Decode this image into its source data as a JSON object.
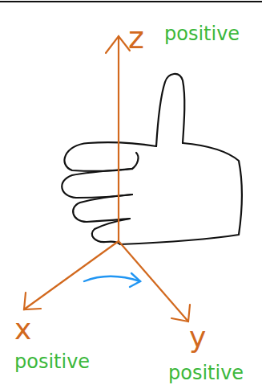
{
  "diagram": {
    "labels": [
      "z",
      "positive",
      "x",
      "positive",
      "y",
      "positive"
    ]
  }
}
